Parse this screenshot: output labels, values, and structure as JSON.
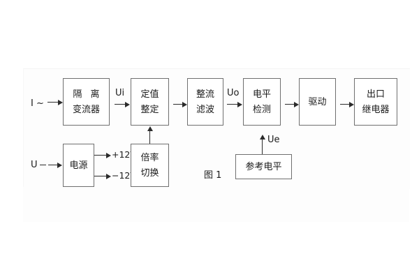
{
  "figure": {
    "caption": "图 1",
    "type": "block-diagram",
    "language": "zh-CN"
  },
  "inputs": [
    {
      "id": "current-input",
      "label": "I ~"
    },
    {
      "id": "voltage-input",
      "label": "U"
    }
  ],
  "blocks": [
    {
      "id": "isolation-transformer",
      "line1": "隔 离",
      "line2": "变流器"
    },
    {
      "id": "setting-value",
      "line1": "定值",
      "line2": "整定"
    },
    {
      "id": "rectify-filter",
      "line1": "整流",
      "line2": "滤波"
    },
    {
      "id": "level-detection",
      "line1": "电平",
      "line2": "检测"
    },
    {
      "id": "drive",
      "line1": "驱动",
      "line2": ""
    },
    {
      "id": "output-relay",
      "line1": "出口",
      "line2": "继电器"
    },
    {
      "id": "power-supply",
      "line1": "电源",
      "line2": ""
    },
    {
      "id": "ratio-switching",
      "line1": "倍率",
      "line2": "切换"
    },
    {
      "id": "reference-level",
      "line1": "参考电平",
      "line2": ""
    }
  ],
  "signals": [
    {
      "id": "ui",
      "label": "Ui"
    },
    {
      "id": "uo",
      "label": "Uo"
    },
    {
      "id": "ue",
      "label": "Ue"
    }
  ],
  "rails": [
    {
      "id": "rail-positive",
      "label": "+12V"
    },
    {
      "id": "rail-negative",
      "label": "−12V"
    }
  ],
  "colors": {
    "box_border": "#6f6f6f",
    "line": "#2b2b2b",
    "text": "#1a1a1a",
    "panel": "#fdfdfd",
    "background": "#ffffff"
  }
}
